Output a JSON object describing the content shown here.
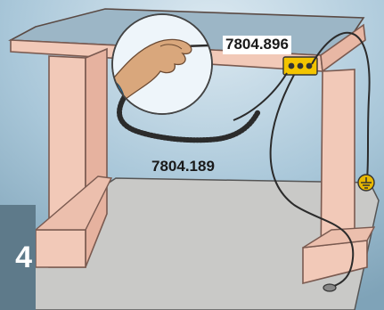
{
  "figure": {
    "callouts": [
      {
        "id": "wrist-strap-part",
        "text": "7804.896"
      },
      {
        "id": "mat-part",
        "text": "7804.189"
      }
    ],
    "badge": {
      "text": "4"
    },
    "icons": [
      "hand-icon",
      "wrist-strap-icon",
      "coiled-cord-icon",
      "connector-box-icon",
      "ground-symbol-icon"
    ],
    "colors": {
      "background": "#9fc0d4",
      "table_wood": "#f2c9b8",
      "table_outline": "#7a5a50",
      "mat": "#c8c8c6",
      "cord": "#2b2b2b",
      "connector": "#f3c400",
      "ground": "#e8b800",
      "skin": "#d9a77c",
      "strap": "#4aa0d8",
      "badge": "#5e7a8a"
    }
  }
}
